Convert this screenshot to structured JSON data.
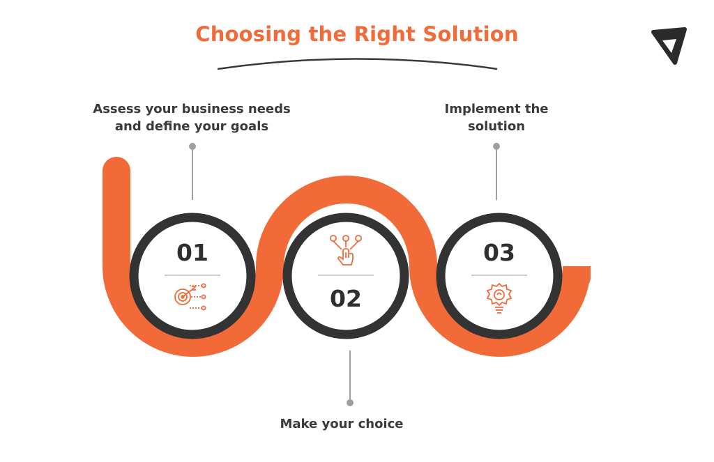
{
  "title": "Choosing the Right Solution",
  "colors": {
    "accent": "#F26A37",
    "ring": "#333333",
    "text": "#3A3A3A",
    "connector": "#9E9E9E"
  },
  "logo": {
    "icon": "brand-logo-shield-icon"
  },
  "steps": [
    {
      "number": "01",
      "label": "Assess your business needs and define your goals",
      "icon": "target-icon"
    },
    {
      "number": "02",
      "label": "Make your choice",
      "icon": "hand-pointer-choice-icon"
    },
    {
      "number": "03",
      "label": "Implement the solution",
      "icon": "lightbulb-gear-icon"
    }
  ]
}
